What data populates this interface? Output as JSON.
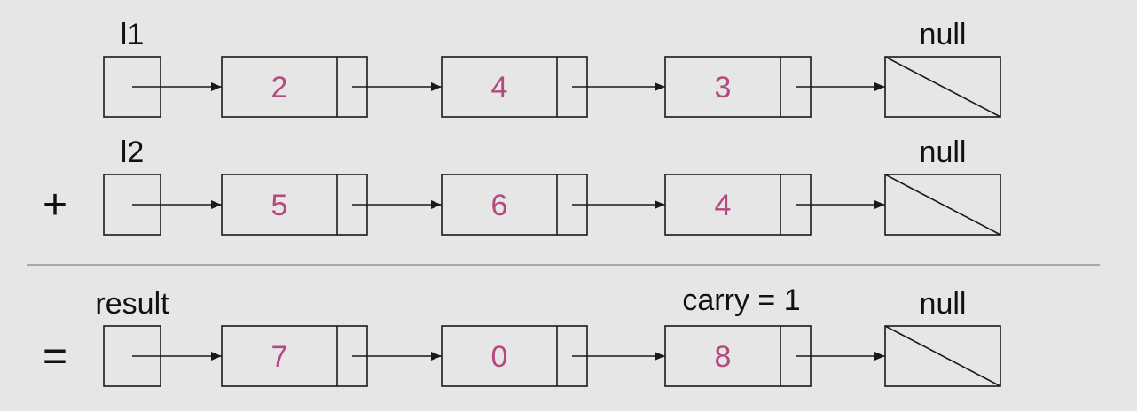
{
  "colors": {
    "background": "#e6e6e6",
    "stroke": "#1a1a1a",
    "value_text": "#b5497f",
    "label_text": "#111111",
    "separator": "#a8a8a8"
  },
  "rows": [
    {
      "id": "l1",
      "operator": "",
      "pointer_label": "l1",
      "values": [
        "2",
        "4",
        "3"
      ],
      "null_label": "null",
      "annotation": ""
    },
    {
      "id": "l2",
      "operator": "+",
      "pointer_label": "l2",
      "values": [
        "5",
        "6",
        "4"
      ],
      "null_label": "null",
      "annotation": ""
    },
    {
      "id": "result",
      "operator": "=",
      "pointer_label": "result",
      "values": [
        "7",
        "0",
        "8"
      ],
      "null_label": "null",
      "annotation": "carry = 1",
      "annotation_node": 2
    }
  ]
}
